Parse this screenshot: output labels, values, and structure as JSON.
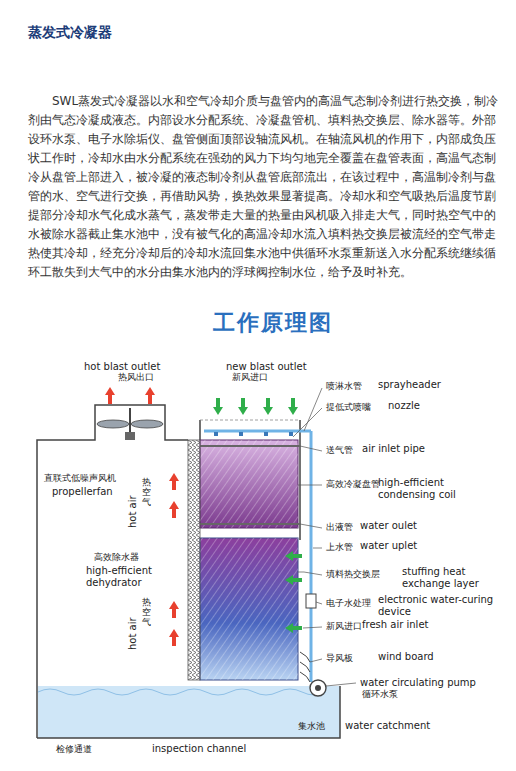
{
  "diagram": {
    "title": "蒸发式冷凝器",
    "labels": [
      "SWL蒸发式冷凝器以水和空气冷却介质与盘管内的高温气态制冷剂进行热交换，制冷剂由气态冷凝成液态。内部设水分配系统、冷凝盘管机、填料热交换层、除水器等。外部设环水泵、电子水除垢仪、盘管侧面顶部设轴流风机。在轴流风机的作用下，内部成负压状工作时，冷却水由水分配系统在强劲的风力下均匀地完全覆盖在盘管表面，高温气态制冷从盘管上部进入，被冷凝的液态制冷剂从盘管底部流出，在该过程中，高温制冷剂与盘管的水、空气进行交换，再借助风势，换热效果显著提高。冷却水和空气吸热后温度节剧提部分冷却水气化成水蒸气，蒸发带走大量的热量由风机吸入排走大气，同时热空气中的水被除水器截止集水池中，没有被气化的高温冷却水流入填料热交换层被流经的空气带走热使其冷却，经充分冷却后的冷却水流回集水池中供循环水泵重新送入水分配系统继续循环工散失到大气中的水分由集水池内的浮球阀控制水位，给予及时补充。",
      "工作原理图",
      "hot blast outlet",
      "热风出口",
      "new blast outlet",
      "新风进口",
      "喷淋水管",
      "sprayheader",
      "提低式喷嘴",
      "nozzle",
      "送气管",
      "air inlet pipe",
      "直联式低噪声风机",
      "propellerfan",
      "热空气",
      "hot air",
      "高效冷凝盘管",
      "high-efficient condensing coil",
      "出液管",
      "water oulet",
      "上水管",
      "water uplet",
      "高效除水器",
      "high-efficient dehydrator",
      "填料热交换层",
      "stuffing heat exchange layer",
      "电子水处理",
      "electronic water-curing device",
      "热空气",
      "hot air",
      "新风进口",
      "fresh air inlet",
      "导风板",
      "wind board",
      "water circulating pump",
      "循环水泵",
      "检修通道",
      "inspection channel",
      "集水池",
      "water catchment"
    ]
  }
}
